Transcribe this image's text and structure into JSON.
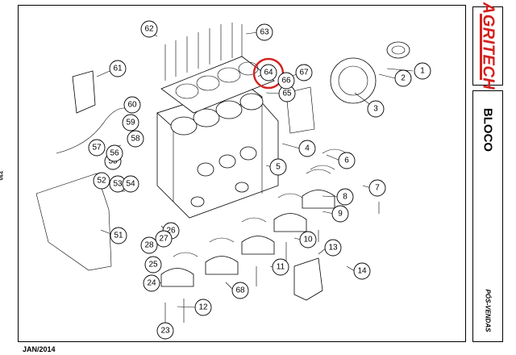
{
  "document": {
    "brand": "AGRITECH",
    "section_title": "BLOCO",
    "footer_label": "PÓS-VENDAS",
    "date": "JAN/2014",
    "page_number": "230"
  },
  "diagram": {
    "highlighted_callout": "64",
    "callouts": [
      "1",
      "2",
      "3",
      "4",
      "5",
      "6",
      "7",
      "8",
      "9",
      "10",
      "11",
      "12",
      "13",
      "14",
      "23",
      "24",
      "25",
      "26",
      "27",
      "28",
      "51",
      "52",
      "53",
      "54",
      "55",
      "56",
      "57",
      "58",
      "59",
      "60",
      "61",
      "62",
      "63",
      "64",
      "65",
      "66",
      "67",
      "68"
    ]
  },
  "colors": {
    "brand_red": "#d3211f",
    "highlight_red": "#d3211f",
    "line": "#000000"
  }
}
